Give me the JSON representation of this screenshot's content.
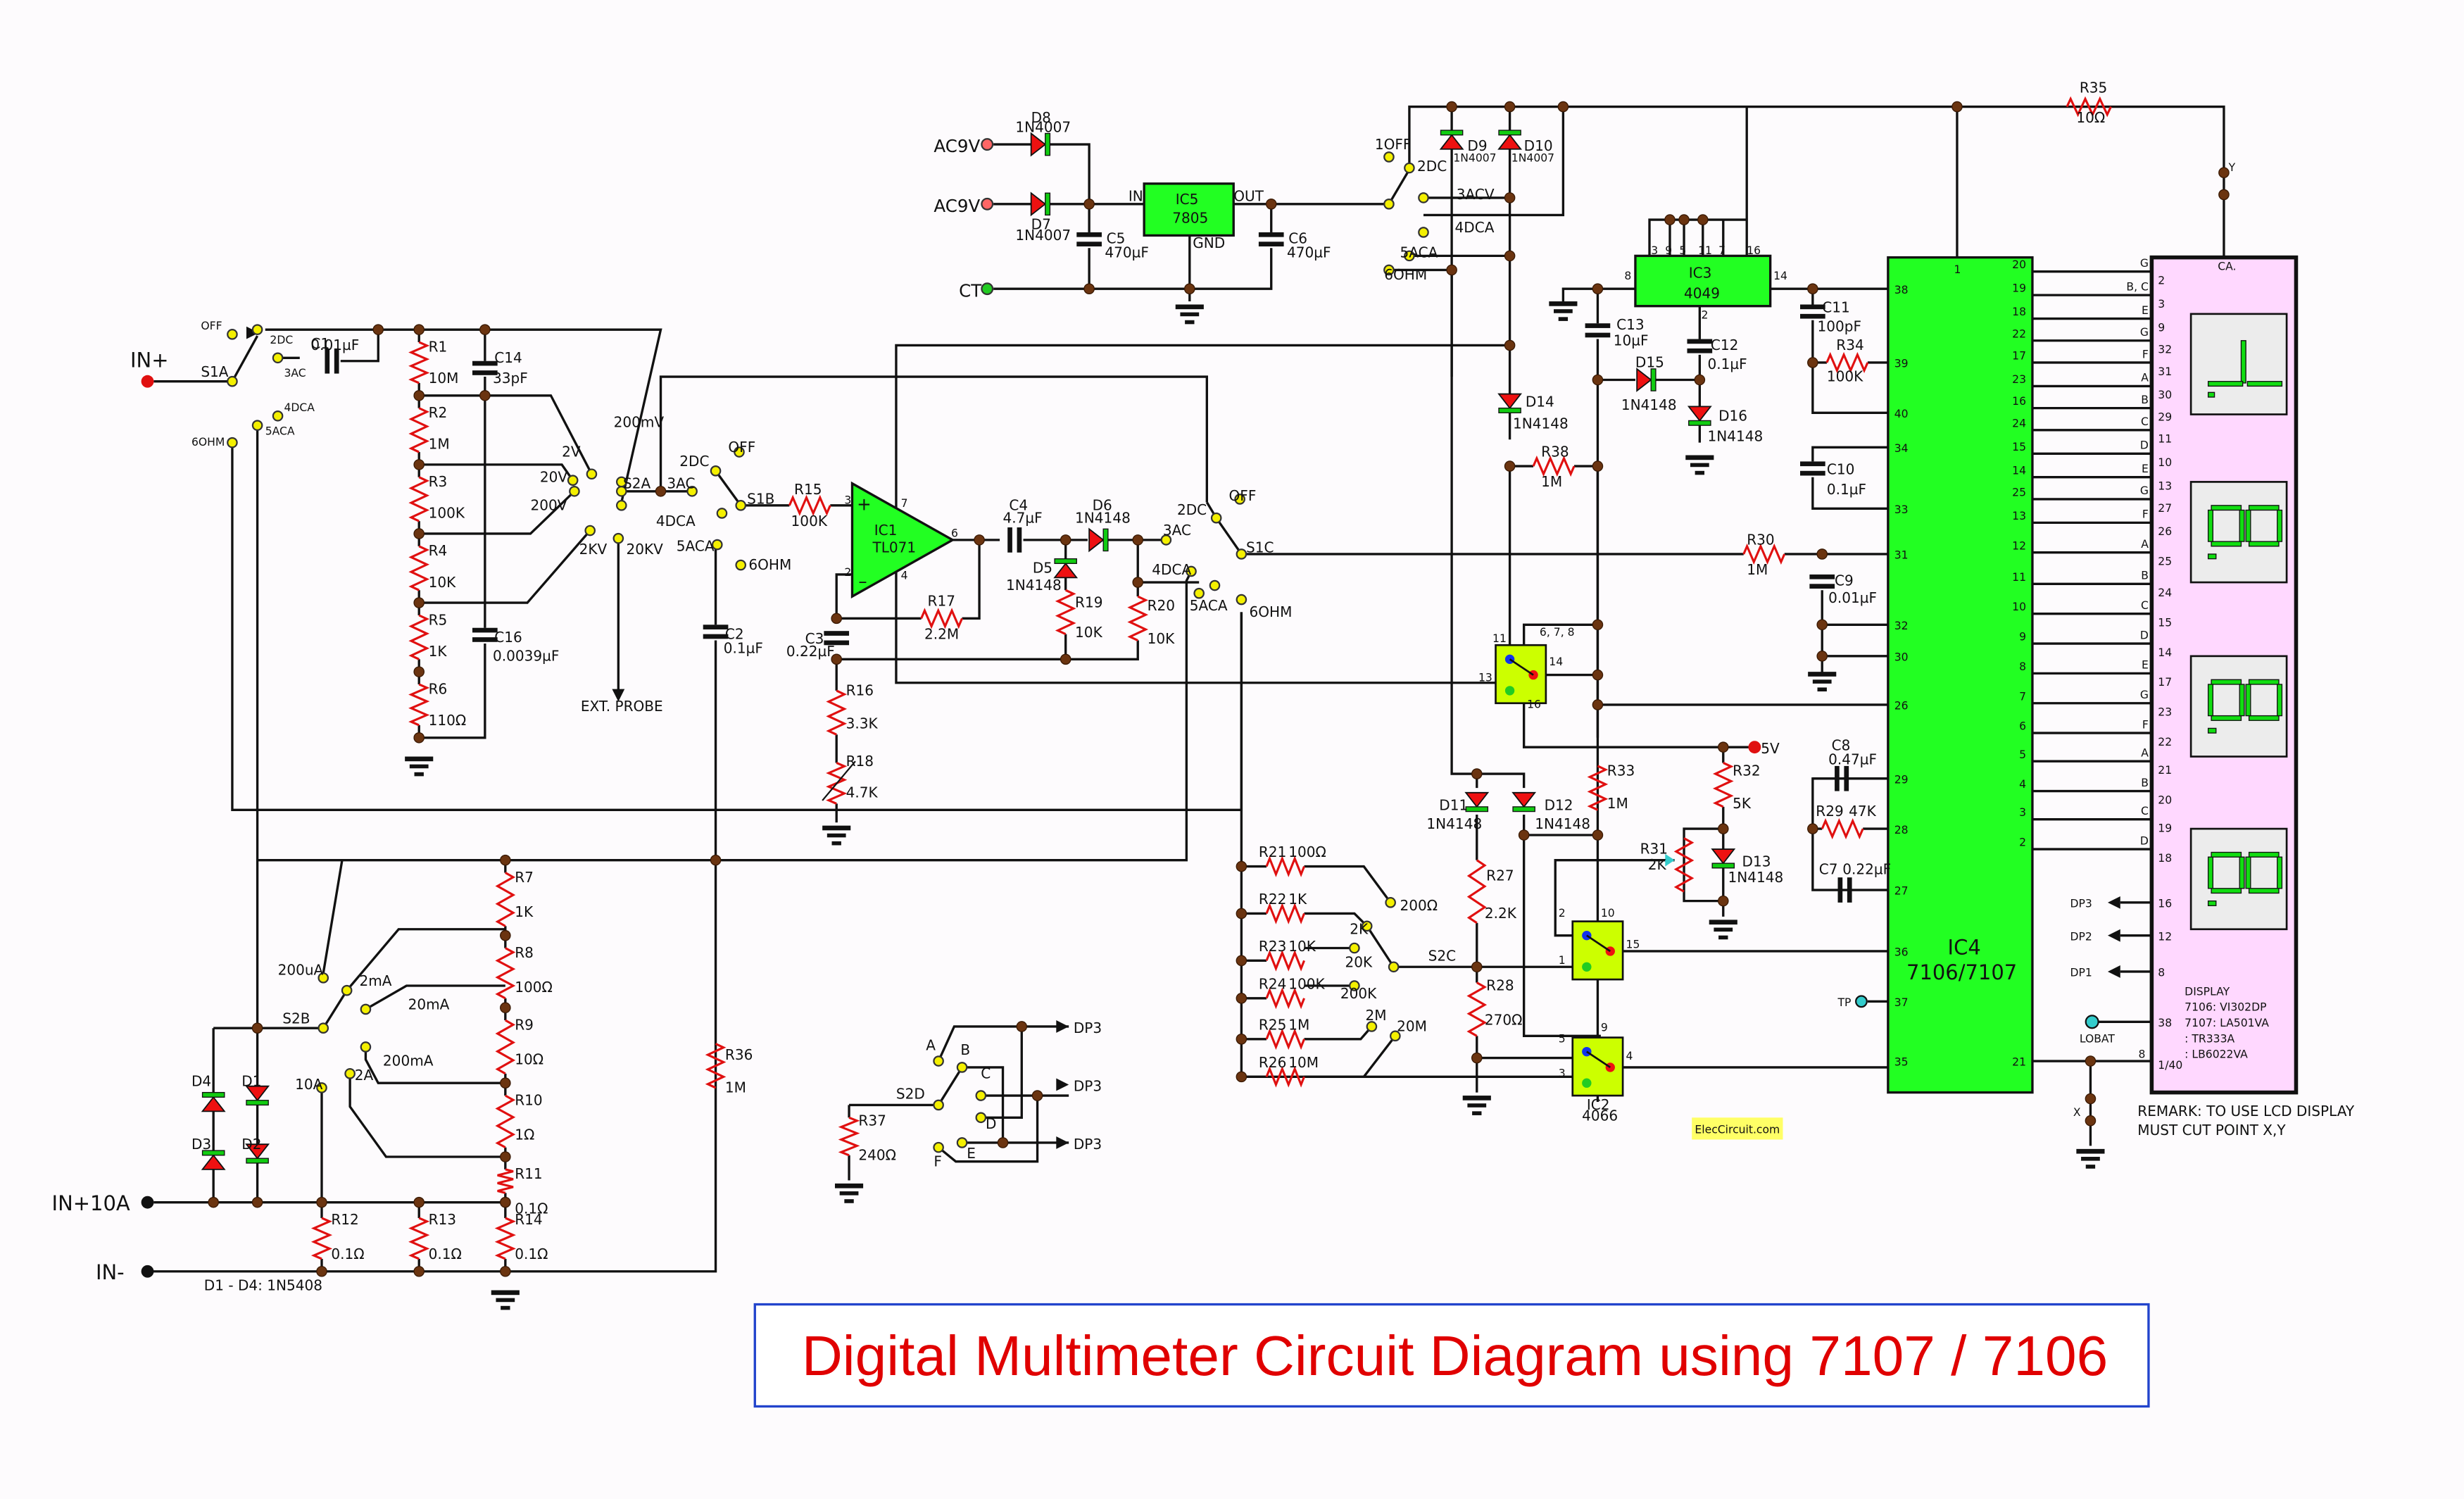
{
  "title": "Digital Multimeter Circuit Diagram using 7107 / 7106",
  "watermark": "ElecCircuit.com",
  "remark": [
    "REMARK: TO USE LCD DISPLAY",
    "MUST CUT POINT X,Y"
  ],
  "notes": {
    "diode_note": "D1 - D4: 1N5408",
    "ext_probe": "EXT. PROBE"
  },
  "inputs": {
    "in_plus": "IN+",
    "in_10a": "IN+10A",
    "in_minus": "IN-",
    "ac1": "AC9V",
    "ac2": "AC9V",
    "ct": "CT",
    "v5": "5V",
    "tp": "TP",
    "lobat": "LOBAT"
  },
  "switches": {
    "S1A": {
      "label": "S1A",
      "positions": [
        "OFF",
        "2DC",
        "3AC",
        "4DCA",
        "5ACA",
        "6OHM"
      ]
    },
    "S1B": {
      "label": "S1B",
      "positions": [
        "OFF",
        "2DC",
        "3AC",
        "4DCA",
        "5ACA",
        "6OHM"
      ]
    },
    "S1C": {
      "label": "S1C",
      "positions": [
        "OFF",
        "2DC",
        "3AC",
        "4DCA",
        "5ACA",
        "6OHM"
      ]
    },
    "S1D": {
      "positions": [
        "1OFF",
        "2DC",
        "3ACV",
        "4DCA",
        "5ACA",
        "6OHM"
      ]
    },
    "S2A": {
      "label": "S2A",
      "positions": [
        "200mV",
        "2V",
        "20V",
        "200V",
        "2KV",
        "20KV"
      ]
    },
    "S2B": {
      "label": "S2B",
      "positions": [
        "200uA",
        "2mA",
        "20mA",
        "200mA",
        "2A",
        "10A"
      ]
    },
    "S2C": {
      "label": "S2C",
      "positions": [
        "200Ω",
        "2K",
        "20K",
        "200K",
        "2M",
        "20M"
      ]
    },
    "S2D": {
      "label": "S2D",
      "positions": [
        "A",
        "B",
        "C",
        "D",
        "E",
        "F"
      ],
      "outputs": [
        "DP3",
        "DP3",
        "DP3"
      ]
    }
  },
  "resistors": {
    "R1": "10M",
    "R2": "1M",
    "R3": "100K",
    "R4": "10K",
    "R5": "1K",
    "R6": "110Ω",
    "R7": "1K",
    "R8": "100Ω",
    "R9": "10Ω",
    "R10": "1Ω",
    "R11": "0.1Ω",
    "R12": "0.1Ω",
    "R13": "0.1Ω",
    "R14": "0.1Ω",
    "R15": "100K",
    "R16": "3.3K",
    "R17": "2.2M",
    "R18": "4.7K",
    "R19": "10K",
    "R20": "10K",
    "R21": "100Ω",
    "R22": "1K",
    "R23": "10K",
    "R24": "100K",
    "R25": "1M",
    "R26": "10M",
    "R27": "2.2K",
    "R28": "270Ω",
    "R29": "47K",
    "R30": "1M",
    "R31": "2K",
    "R32": "5K",
    "R33": "1M",
    "R34": "100K",
    "R35": "10Ω",
    "R36": "1M",
    "R37": "240Ω",
    "R38": "1M"
  },
  "capacitors": {
    "C1": "0.01µF",
    "C2": "0.1µF",
    "C3": "0.22µF",
    "C4": "4.7µF",
    "C5": "470µF",
    "C6": "470µF",
    "C7": "0.22µF",
    "C8": "0.47µF",
    "C9": "0.01µF",
    "C10": "0.1µF",
    "C11": "100pF",
    "C12": "0.1µF",
    "C13": "10µF",
    "C14": "33pF",
    "C16": "0.0039µF"
  },
  "diodes": {
    "D1": "",
    "D2": "",
    "D3": "",
    "D4": "",
    "D5": "1N4148",
    "D6": "1N4148",
    "D7": "1N4007",
    "D8": "1N4007",
    "D9": "1N4007",
    "D10": "1N4007",
    "D11": "1N4148",
    "D12": "1N4148",
    "D13": "1N4148",
    "D14": "1N4148",
    "D15": "1N4148",
    "D16": "1N4148"
  },
  "ics": {
    "IC1": {
      "ref": "IC1",
      "part": "TL071",
      "pins": [
        "3",
        "2",
        "7",
        "4",
        "6"
      ]
    },
    "IC2": {
      "ref": "IC2",
      "part": "4066",
      "pins_a": [
        "11",
        "6, 7, 8",
        "13",
        "14",
        "16"
      ],
      "pins_b": [
        "2",
        "1",
        "10",
        "15"
      ],
      "pins_c": [
        "5",
        "3",
        "9",
        "4"
      ]
    },
    "IC3": {
      "ref": "IC3",
      "part": "4049",
      "pins": [
        "3",
        "9",
        "5",
        "11",
        "7",
        "16",
        "8",
        "14",
        "2"
      ]
    },
    "IC4": {
      "ref": "IC4",
      "part": "7106/7107",
      "left_pins": [
        "38",
        "39",
        "40",
        "34",
        "33",
        "31",
        "32",
        "30",
        "26",
        "29",
        "28",
        "27",
        "36",
        "37",
        "35"
      ],
      "top_pin": "1",
      "right_pins": [
        "20",
        "19",
        "18",
        "22",
        "17",
        "23",
        "16",
        "24",
        "15",
        "14",
        "25",
        "13",
        "12",
        "11",
        "10",
        "9",
        "8",
        "7",
        "6",
        "5",
        "4",
        "3",
        "2",
        "21"
      ]
    },
    "IC5": {
      "ref": "IC5",
      "part": "7805",
      "in": "IN",
      "out": "OUT",
      "gnd": "GND"
    }
  },
  "display": {
    "ca": "CA.",
    "segments": [
      "G",
      "B, C",
      "E",
      "G",
      "F",
      "A",
      "B",
      "C",
      "D",
      "E",
      "G",
      "F",
      "A",
      "B",
      "C",
      "D",
      "E",
      "G",
      "F",
      "A",
      "B",
      "C",
      "D"
    ],
    "pins": [
      "2",
      "3",
      "9",
      "32",
      "31",
      "30",
      "29",
      "11",
      "10",
      "13",
      "27",
      "26",
      "25",
      "24",
      "15",
      "14",
      "17",
      "23",
      "22",
      "21",
      "20",
      "19",
      "18"
    ],
    "dp": [
      {
        "label": "DP3",
        "pin": "16"
      },
      {
        "label": "DP2",
        "pin": "12"
      },
      {
        "label": "DP1",
        "pin": "8"
      }
    ],
    "lobat_pin": "38",
    "bp_pin": "1/40",
    "ic21_pin": "8",
    "info": [
      "DISPLAY",
      "7106:  VI302DP",
      "7107:  LA501VA",
      "        : TR333A",
      "        : LB6022VA"
    ],
    "x_label": "X",
    "y_label": "Y"
  }
}
